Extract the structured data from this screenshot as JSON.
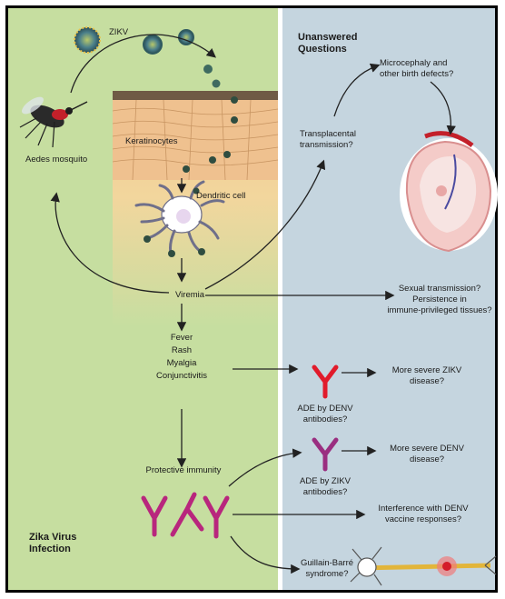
{
  "colors": {
    "left_panel": "#c6dea0",
    "right_panel": "#c5d5df",
    "center_column": "#f3d79a",
    "skin_layer": "#efc18f",
    "antibody_magenta": "#b8267d",
    "antibody_red": "#e11b2b",
    "arrow": "#222222"
  },
  "panels": {
    "left_title": "Zika Virus\nInfection",
    "right_title": "Unanswered\nQuestions"
  },
  "labels": {
    "zikv": "ZIKV",
    "aedes": "Aedes mosquito",
    "keratinocytes": "Keratinocytes",
    "dendritic": "Dendritic cell",
    "viremia": "Viremia",
    "symptoms": [
      "Fever",
      "Rash",
      "Myalgia",
      "Conjunctivitis"
    ],
    "protective": "Protective immunity",
    "transplacental": "Transplacental\ntransmission?",
    "microcephaly": "Microcephaly and\nother birth defects?",
    "sexual": "Sexual transmission?\nPersistence in\nimmune-privileged tissues?",
    "ade_denv": "ADE by DENV\nantibodies?",
    "severe_zikv": "More severe ZIKV\ndisease?",
    "ade_zikv": "ADE by ZIKV\nantibodies?",
    "severe_denv": "More severe DENV\ndisease?",
    "interference": "Interference with DENV\nvaccine responses?",
    "gbs": "Guillain-Barré\nsyndrome?"
  },
  "icons": [
    "virus-icon",
    "mosquito-icon",
    "dendritic-cell-icon",
    "antibody-icon",
    "fetus-icon",
    "neuron-icon"
  ]
}
